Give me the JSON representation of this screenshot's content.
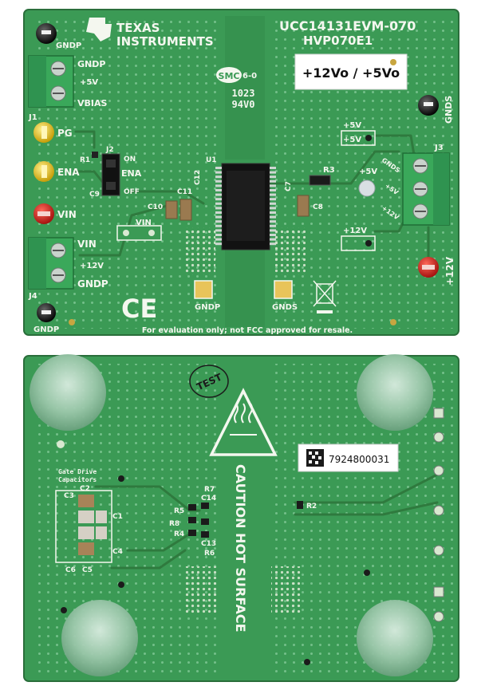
{
  "top_board": {
    "logo_line1": "TEXAS",
    "logo_line2": "INSTRUMENTS",
    "board_name": "UCC14131EVM-070",
    "board_rev": "HVP070E1",
    "output_label": "+12Vo / +5Vo",
    "date_code_1": "1023",
    "date_code_2": "94V0",
    "mfr_mark": "SMC",
    "mfr_mark_suffix": "6-0",
    "ce_mark": "CE",
    "disclaimer": "For evaluation only; not FCC approved for resale.",
    "labels": {
      "gndp_top": "GNDP",
      "gndp_j1": "GNDP",
      "plus5v_j1": "+5V",
      "vbias": "VBIAS",
      "j1": "J1",
      "pg": "PG",
      "r1": "R1",
      "j2": "J2",
      "on": "ON",
      "ena_test": "ENA",
      "ena_jumper": "ENA",
      "c9": "C9",
      "off": "OFF",
      "vin_test": "VIN",
      "vin_j4": "VIN",
      "plus12v_j4": "+12V",
      "gndp_j4": "GNDP",
      "j4": "J4",
      "gndp_bottom": "GNDP",
      "vin_pad": "VIN",
      "c10": "C10",
      "c11": "C11",
      "c12": "C12",
      "u1": "U1",
      "gndp_pad": "GNDP",
      "gnds_pad": "GNDS",
      "r3": "R3",
      "plus5v_test": "+5V",
      "c7": "C7",
      "c8": "C8",
      "plus5v_top": "+5V",
      "plus5v_cap": "+5V",
      "gnds_j3": "GNDS",
      "plus5v_j3": "+5V",
      "plus12v_j3": "+12V",
      "j3": "J3",
      "gnds_side": "GNDS",
      "plus12v_pad": "+12V",
      "plus12v_side": "+12V"
    }
  },
  "bottom_board": {
    "test_stamp": "TEST",
    "caution": "CAUTION HOT SURFACE",
    "serial": "7924800031",
    "gate_drive_1": "Gate Drive",
    "gate_drive_2": "Capacitors",
    "labels": {
      "c2": "C2",
      "c3": "C3",
      "c1": "C1",
      "c4": "C4",
      "c6": "C6",
      "c5": "C5",
      "r7": "R7",
      "c14": "C14",
      "r5": "R5",
      "r8": "R8",
      "r4": "R4",
      "c13": "C13",
      "r6": "R6",
      "r2": "R2"
    }
  },
  "colors": {
    "pcb": "#3b9a55",
    "pcb_dark": "#2c7b41",
    "silkscreen": "#f4f7ef",
    "connector": "#3aa85a",
    "test_red": "#c3201e",
    "test_yellow": "#e7c21b",
    "test_black": "#1b1b1b"
  }
}
